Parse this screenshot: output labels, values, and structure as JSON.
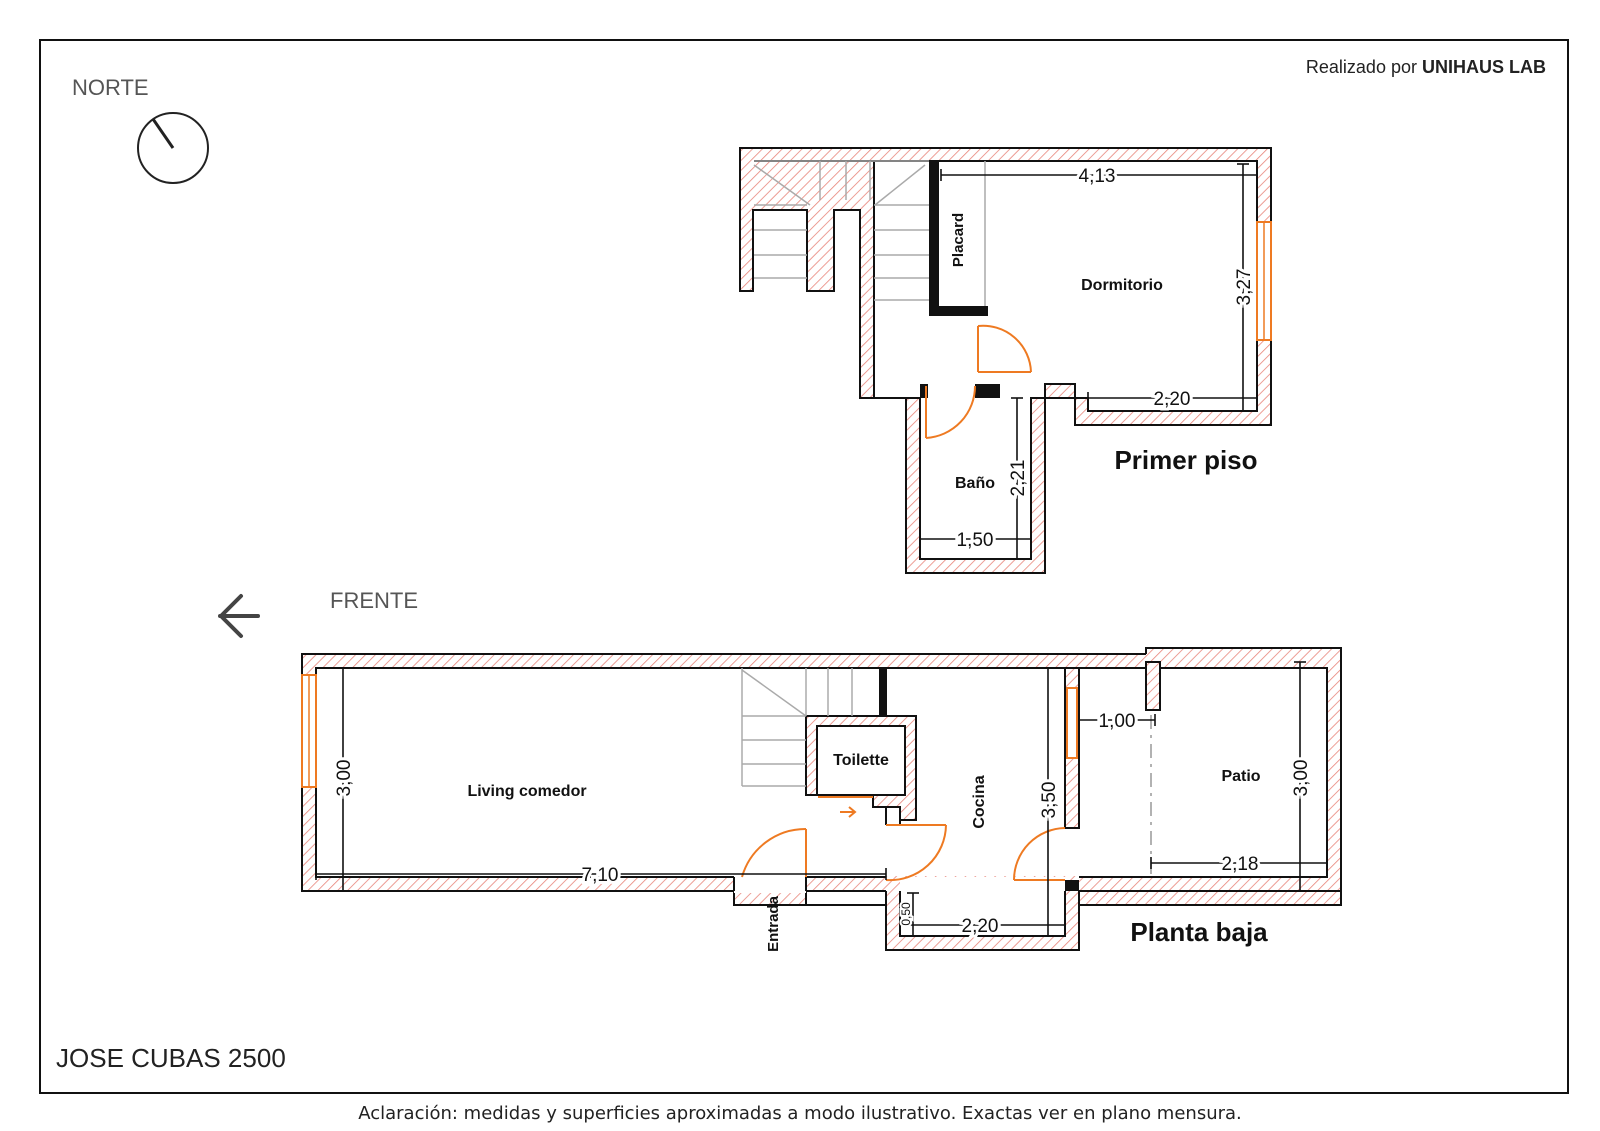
{
  "header": {
    "credit_prefix": "Realizado por",
    "credit_brand": "UNIHAUS LAB"
  },
  "compass": {
    "north_label": "NORTE"
  },
  "front_label": "FRENTE",
  "address": "JOSE CUBAS 2500",
  "footer_note": "Aclaración: medidas y superficies aproximadas a modo ilustrativo. Exactas ver en plano mensura.",
  "colors": {
    "wall_hatch": "#e8857a",
    "door_orange": "#ee7a22",
    "line": "#111111"
  },
  "first_floor": {
    "title": "Primer piso",
    "rooms": {
      "bedroom": "Dormitorio",
      "closet": "Placard",
      "bathroom": "Baño"
    },
    "dims": {
      "bed_width": "4,13",
      "bed_depth": "3,27",
      "bed_lower": "2,20",
      "bath_width": "1,50",
      "bath_depth": "2,21"
    }
  },
  "ground_floor": {
    "title": "Planta baja",
    "rooms": {
      "living": "Living comedor",
      "toilet": "Toilette",
      "kitchen": "Cocina",
      "patio": "Patio",
      "entry": "Entrada"
    },
    "dims": {
      "living_width": "7,10",
      "living_depth": "3,00",
      "kitchen_depth": "3,50",
      "kitchen_width": "2,20",
      "kitchen_step": "0,50",
      "passage": "1,00",
      "patio_width": "2,18",
      "patio_depth": "3,00"
    }
  }
}
